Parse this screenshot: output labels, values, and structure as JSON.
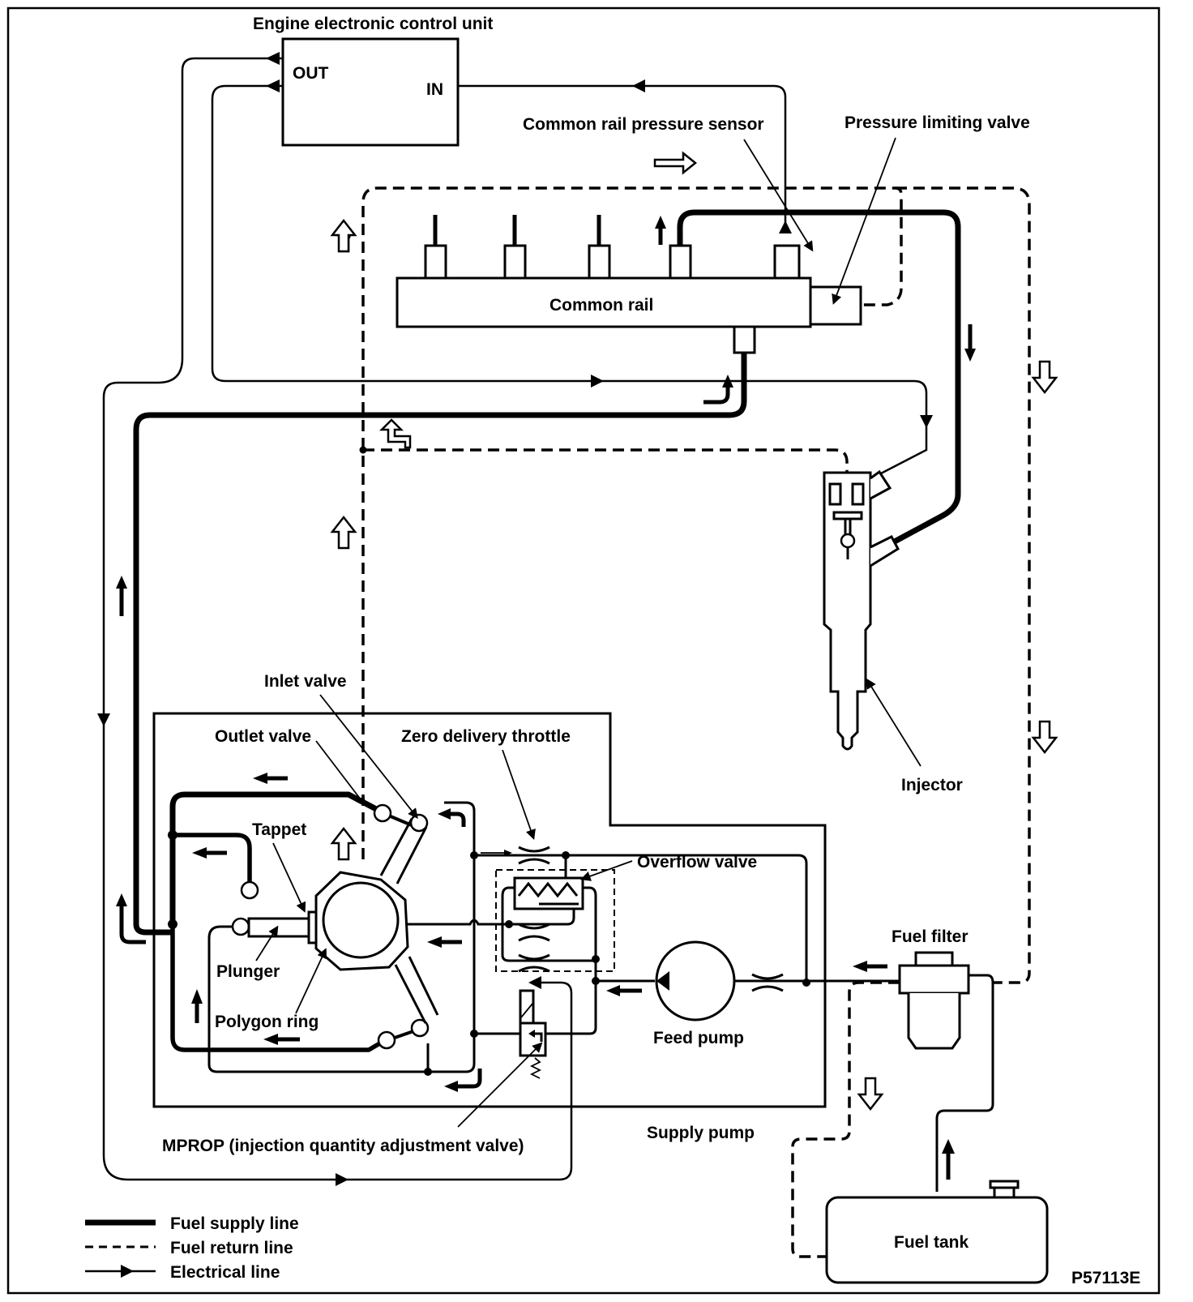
{
  "diagram": {
    "figure_id": "P57113E",
    "components": {
      "ecu": {
        "title": "Engine electronic control unit",
        "out_label": "OUT",
        "in_label": "IN"
      },
      "common_rail": "Common rail",
      "pressure_sensor": "Common rail pressure sensor",
      "pressure_limiting_valve": "Pressure limiting valve",
      "injector": "Injector",
      "inlet_valve": "Inlet valve",
      "outlet_valve": "Outlet valve",
      "zero_delivery_throttle": "Zero delivery throttle",
      "overflow_valve": "Overflow valve",
      "tappet": "Tappet",
      "plunger": "Plunger",
      "polygon_ring": "Polygon ring",
      "feed_pump": "Feed pump",
      "supply_pump": "Supply pump",
      "mprop": "MPROP (injection quantity adjustment valve)",
      "fuel_filter": "Fuel filter",
      "fuel_tank": "Fuel tank"
    },
    "legend": [
      {
        "key": "supply",
        "label": "Fuel supply line"
      },
      {
        "key": "return",
        "label": "Fuel return line"
      },
      {
        "key": "electrical",
        "label": "Electrical line"
      }
    ]
  }
}
